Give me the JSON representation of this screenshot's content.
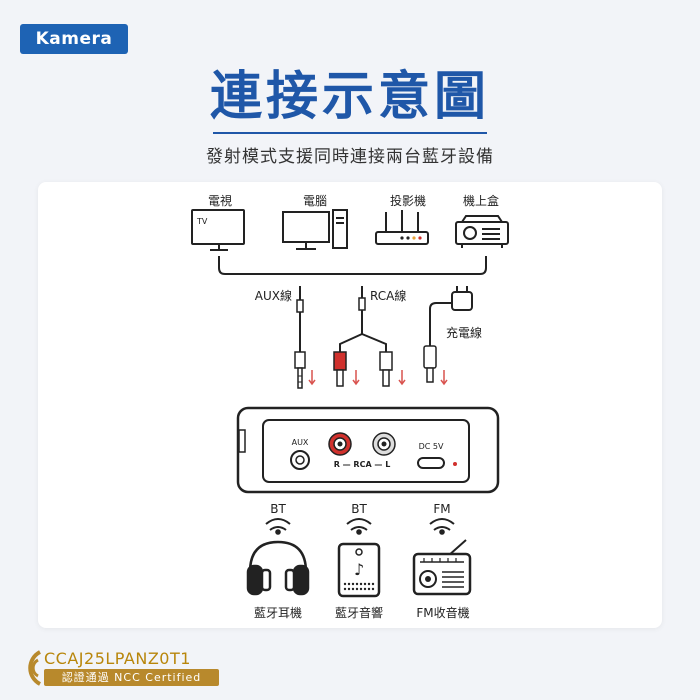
{
  "brand": {
    "logo_text": "Kamera"
  },
  "header": {
    "title": "連接示意圖",
    "subtitle": "發射模式支援同時連接兩台藍牙設備"
  },
  "sources": [
    {
      "label": "電視",
      "icon": "tv-icon",
      "screen_text": "TV"
    },
    {
      "label": "電腦",
      "icon": "computer-icon"
    },
    {
      "label": "投影機",
      "icon": "projector-icon"
    },
    {
      "label": "機上盒",
      "icon": "set-top-box-icon"
    }
  ],
  "cables": {
    "aux_label": "AUX線",
    "rca_label": "RCA線",
    "charge_label": "充電線"
  },
  "device": {
    "aux_port_label": "AUX",
    "rca_port_label": "R — RCA — L",
    "dc_port_label": "DC 5V"
  },
  "outputs": [
    {
      "mode": "BT",
      "label": "藍牙耳機",
      "icon": "headphones-icon"
    },
    {
      "mode": "BT",
      "label": "藍牙音響",
      "icon": "speaker-icon"
    },
    {
      "mode": "FM",
      "label": "FM收音機",
      "icon": "radio-icon"
    }
  ],
  "certification": {
    "code": "CCAJ25LPANZ0T1",
    "badge_text": "認證通過 NCC Certified"
  },
  "colors": {
    "brand_blue": "#1f57a8",
    "rca_red": "#d0312d",
    "arrow_red": "#d9534f",
    "ncc_gold": "#b8892c"
  }
}
